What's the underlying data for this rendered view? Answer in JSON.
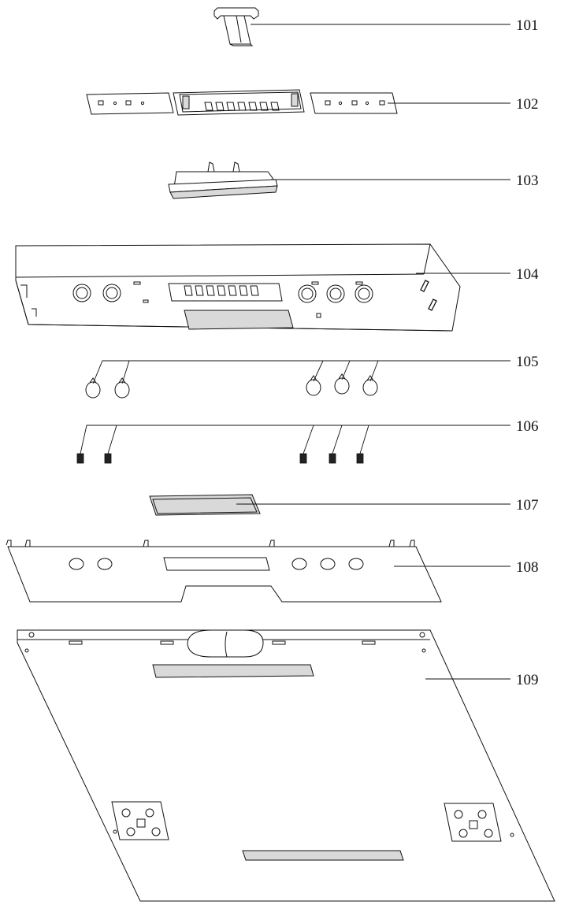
{
  "callouts": [
    {
      "id": "p101",
      "label": "101"
    },
    {
      "id": "p102",
      "label": "102"
    },
    {
      "id": "p103",
      "label": "103"
    },
    {
      "id": "p104",
      "label": "104"
    },
    {
      "id": "p105",
      "label": "105"
    },
    {
      "id": "p106",
      "label": "106"
    },
    {
      "id": "p107",
      "label": "107"
    },
    {
      "id": "p108",
      "label": "108"
    },
    {
      "id": "p109",
      "label": "109"
    }
  ]
}
